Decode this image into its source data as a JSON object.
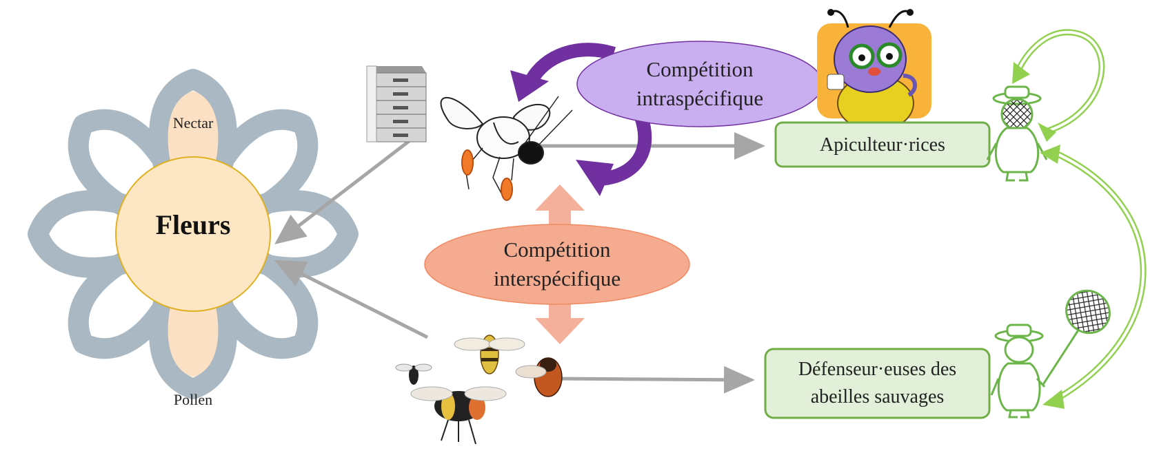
{
  "flower": {
    "center_label": "Fleurs",
    "petal_top_label": "Nectar",
    "petal_bottom_label": "Pollen"
  },
  "competition": {
    "intra_label": "Compétition intraspécifique",
    "inter_label": "Compétition interspécifique"
  },
  "actors": {
    "beekeepers_label": "Apiculteur·rices",
    "wild_bee_defenders_label": "Défenseur·euses des abeilles sauvages"
  },
  "colors": {
    "petal": "#a9b8c2",
    "petal_inner": "#fbe0c4",
    "center": "#fde6c3",
    "intra_ellipse": "#c9aef0",
    "intra_arrow": "#7030a0",
    "inter_ellipse": "#f5ab8f",
    "inter_arrow": "#f4b09a",
    "box_fill": "#e2f0d9",
    "box_stroke": "#70ad47",
    "grey_arrow": "#a6a6a6",
    "green_loop": "#92d050"
  },
  "icons": {
    "hive": "beehive-icon",
    "honeybee": "honeybee-icon",
    "wild_bees": "wild-bees-icon",
    "cartoon_bee": "cartoon-bee-icon",
    "beekeeper": "beekeeper-figure-icon",
    "naturalist": "naturalist-figure-icon",
    "net": "butterfly-net-icon"
  }
}
